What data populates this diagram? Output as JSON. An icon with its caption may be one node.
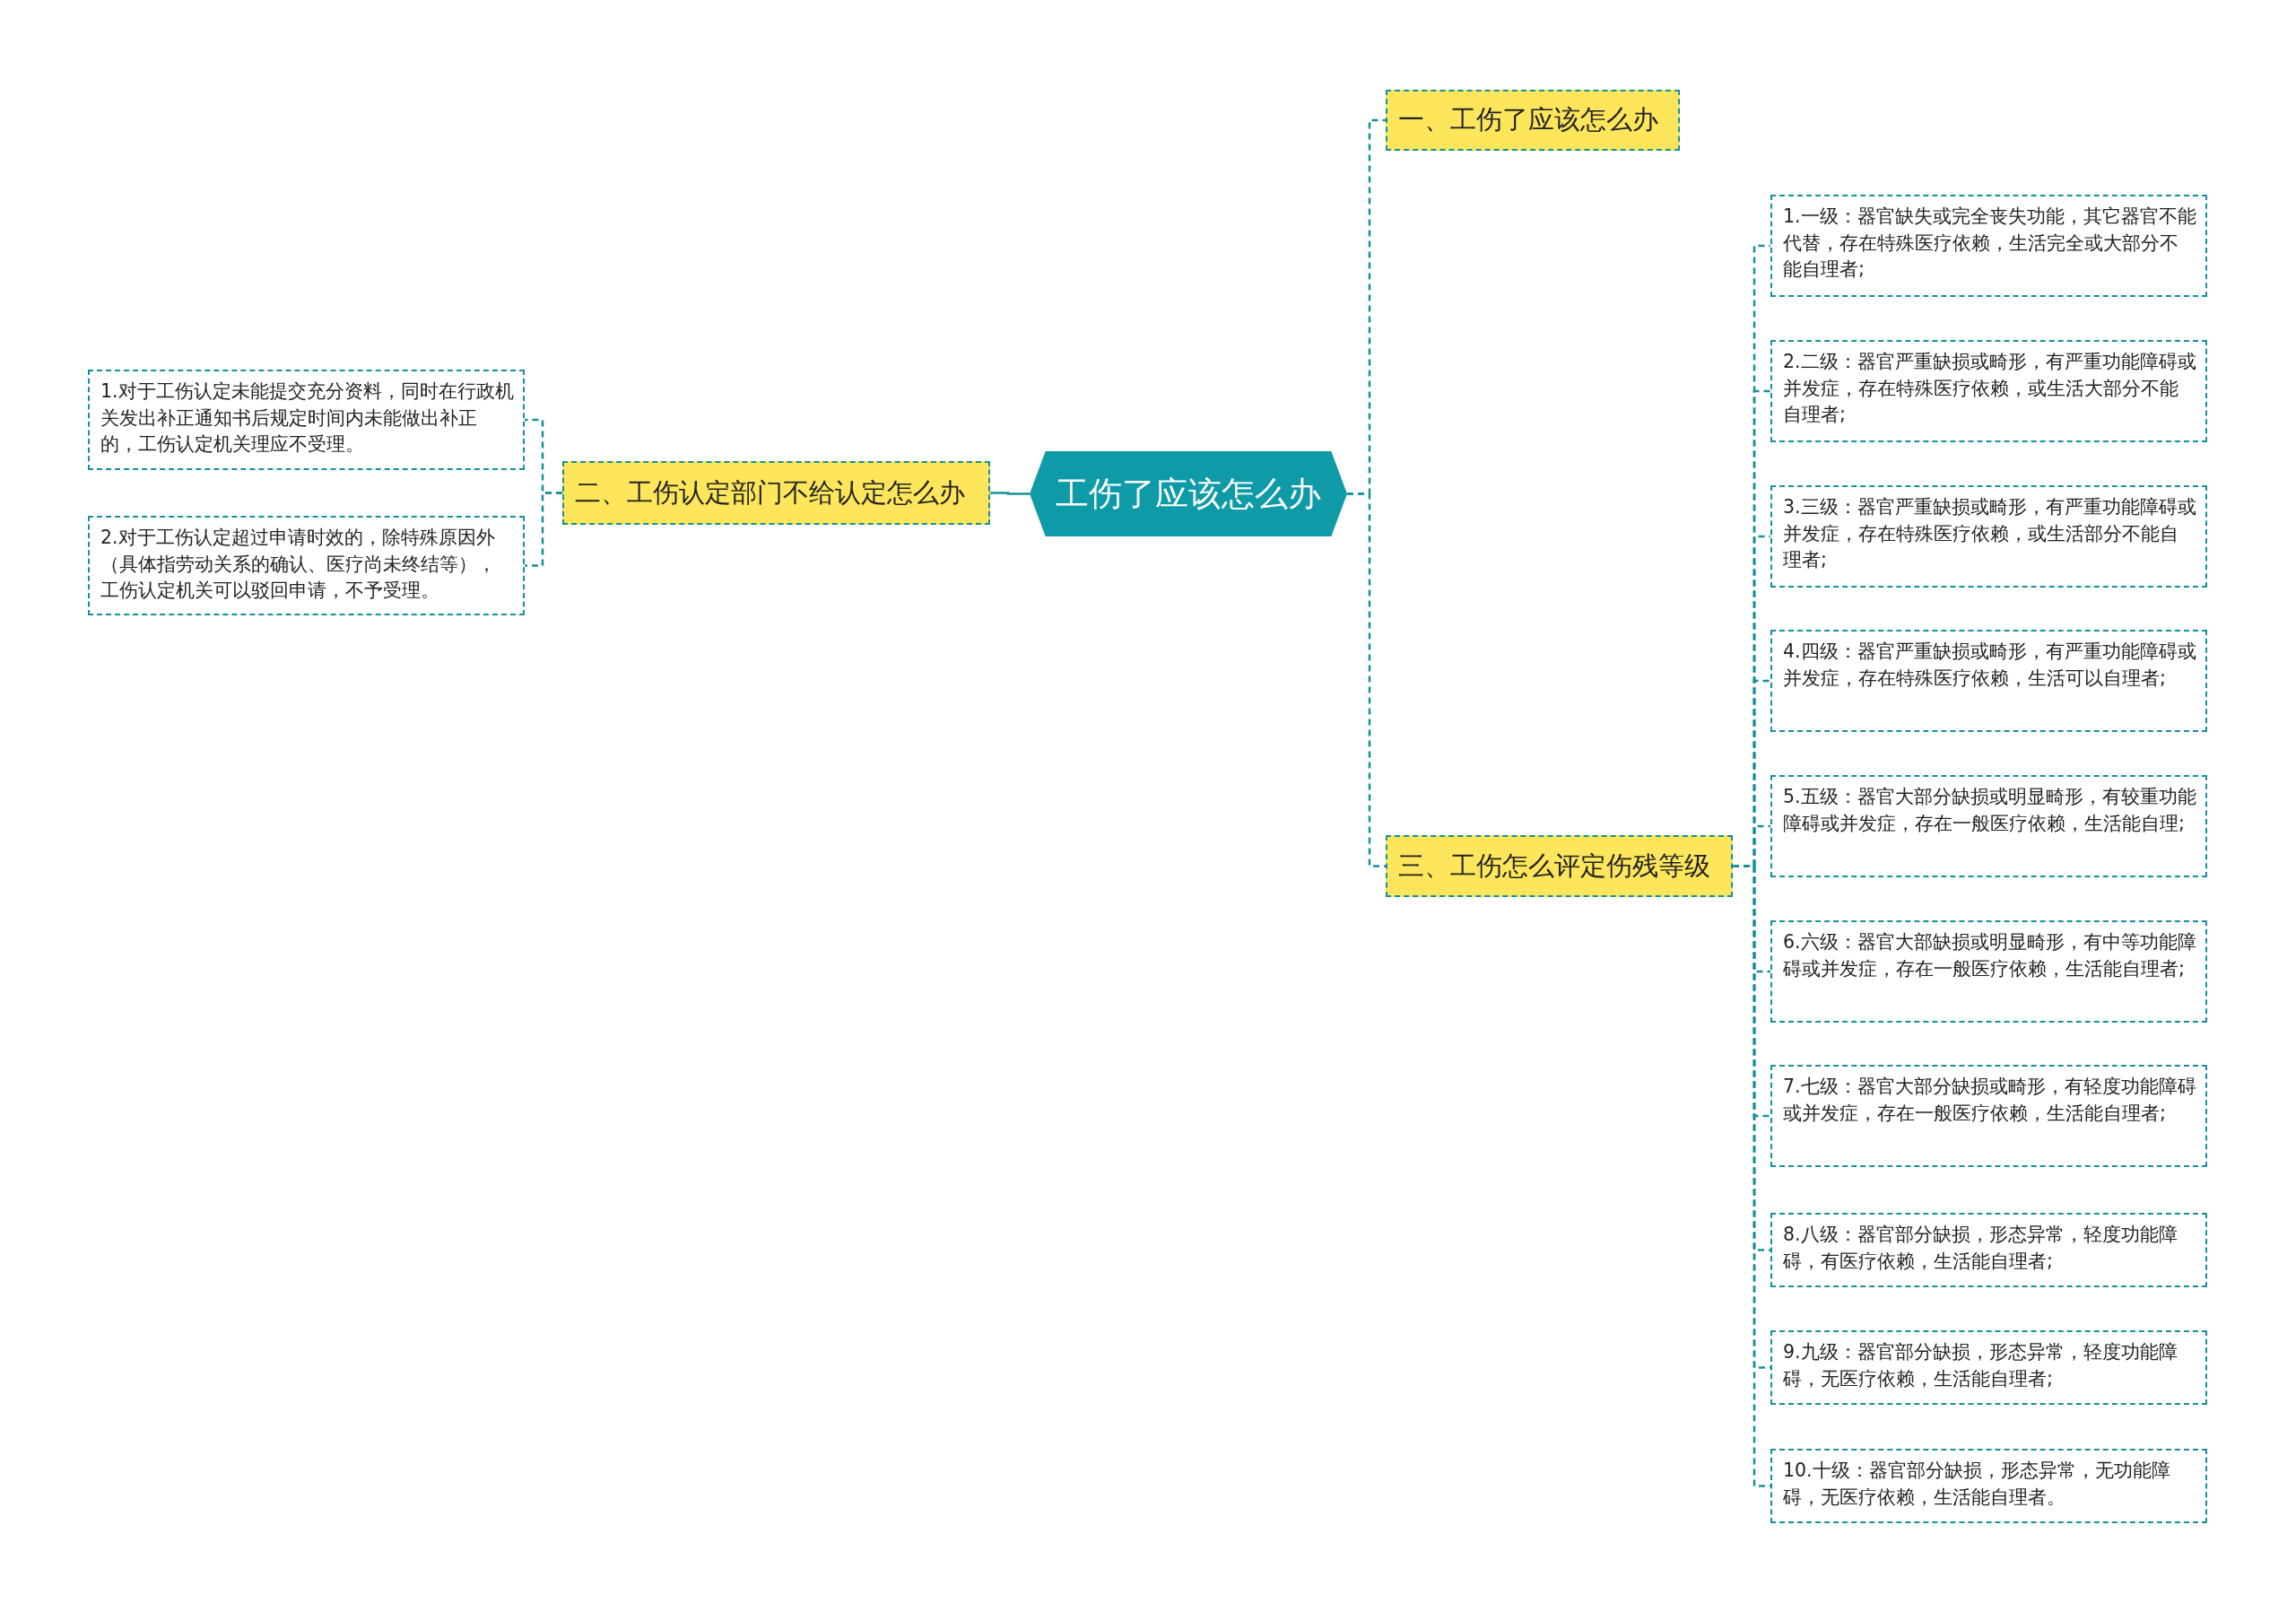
{
  "diagram": {
    "nodes": [
      {
        "text": [
          "工伤了应该怎么办"
        ]
      },
      {
        "text": [
          "一、工伤了应该怎么办"
        ]
      },
      {
        "text": [
          "二、工伤认定部门不给认定怎么办"
        ]
      },
      {
        "text": [
          "1.对于工伤认定未能提交充分资料，同时在行政机关发出补正通知书后规定时间内未能做出补正的，工伤认定机关理应不受理。"
        ]
      },
      {
        "text": [
          "2.对于工伤认定超过申请时效的，除特殊原因外（具体指劳动关系的确认、医疗尚未终结等），工伤认定机关可以驳回申请，不予受理。"
        ]
      },
      {
        "text": [
          "三、工伤怎么评定伤残等级"
        ]
      },
      {
        "text": [
          "1.一级：器官缺失或完全丧失功能，其它器官不能代替，存在特殊医疗依赖，生活完全或大部分不能自理者;"
        ]
      },
      {
        "text": [
          "2.二级：器官严重缺损或畸形，有严重功能障碍或并发症，存在特殊医疗依赖，或生活大部分不能自理者;"
        ]
      },
      {
        "text": [
          "3.三级：器官严重缺损或畸形，有严重功能障碍或并发症，存在特殊医疗依赖，或生活部分不能自理者;"
        ]
      },
      {
        "text": [
          "4.四级：器官严重缺损或畸形，有严重功能障碍或并发症，存在特殊医疗依赖，生活可以自理者;"
        ]
      },
      {
        "text": [
          "5.五级：器官大部分缺损或明显畸形，有较重功能障碍或并发症，存在一般医疗依赖，生活能自理;"
        ]
      },
      {
        "text": [
          "6.六级：器官大部缺损或明显畸形，有中等功能障碍或并发症，存在一般医疗依赖，生活能自理者;"
        ]
      },
      {
        "text": [
          "7.七级：器官大部分缺损或畸形，有轻度功能障碍或并发症，存在一般医疗依赖，生活能自理者;"
        ]
      },
      {
        "text": [
          "8.八级：器官部分缺损，形态异常，轻度功能障碍，有医疗依赖，生活能自理者;"
        ]
      },
      {
        "text": [
          "9.九级：器官部分缺损，形态异常，轻度功能障碍，无医疗依赖，生活能自理者;"
        ]
      },
      {
        "text": [
          "10.十级：器官部分缺损，形态异常，无功能障碍，无医疗依赖，生活能自理者。"
        ]
      }
    ],
    "edges": [
      {
        "from": 0,
        "to": 1,
        "arrow": "none",
        "style": "dashed"
      },
      {
        "from": 0,
        "to": 2,
        "arrow": "none"
      },
      {
        "from": 2,
        "to": 3,
        "arrow": "none",
        "style": "dashed"
      },
      {
        "from": 2,
        "to": 4,
        "arrow": "none",
        "style": "dashed"
      },
      {
        "from": 0,
        "to": 5,
        "arrow": "none",
        "style": "dashed"
      },
      {
        "from": 5,
        "to": 6,
        "arrow": "none",
        "style": "dashed"
      },
      {
        "from": 5,
        "to": 7,
        "arrow": "none",
        "style": "dashed"
      },
      {
        "from": 5,
        "to": 8,
        "arrow": "none",
        "style": "dashed"
      },
      {
        "from": 5,
        "to": 9,
        "arrow": "none",
        "style": "dashed"
      },
      {
        "from": 5,
        "to": 10,
        "arrow": "none",
        "style": "dashed"
      },
      {
        "from": 5,
        "to": 11,
        "arrow": "none",
        "style": "dashed"
      },
      {
        "from": 5,
        "to": 12,
        "arrow": "none",
        "style": "dashed"
      },
      {
        "from": 5,
        "to": 13,
        "arrow": "none",
        "style": "dashed"
      },
      {
        "from": 5,
        "to": 14,
        "arrow": "none",
        "style": "dashed"
      },
      {
        "from": 5,
        "to": 15,
        "arrow": "none",
        "style": "dashed"
      }
    ]
  }
}
